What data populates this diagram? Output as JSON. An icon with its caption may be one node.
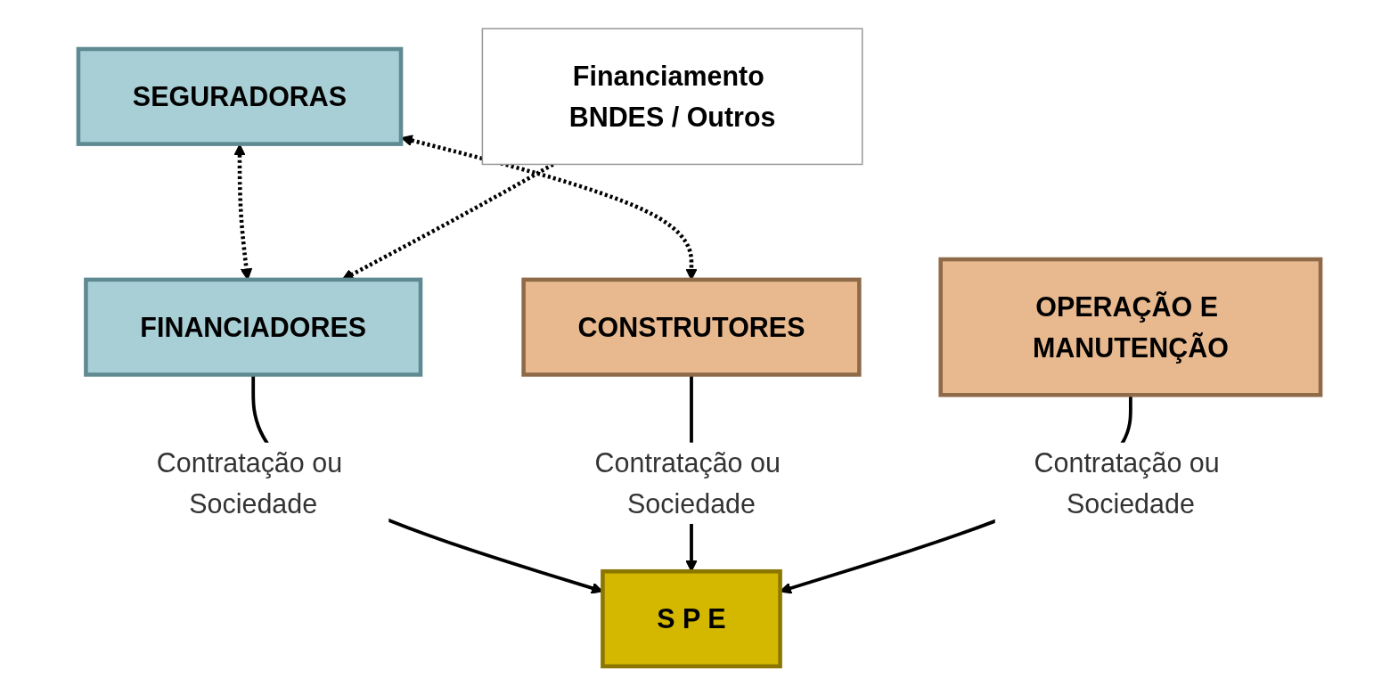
{
  "diagram": {
    "nodes": [
      {
        "text": [
          "SEGURADORAS"
        ]
      },
      {
        "text": [
          "FINANCIADORES"
        ]
      },
      {
        "text": [
          "S P E"
        ]
      },
      {
        "text": [
          "CONSTRUTORES"
        ]
      },
      {
        "text": [
          "OPERAÇÃO E MANUTENÇÃO"
        ]
      },
      {
        "text": [
          "Financiamento BNDES / Outros"
        ]
      }
    ],
    "edges": [
      {
        "from": 0,
        "to": 1,
        "arrow": "both",
        "style": "dashed"
      },
      {
        "from": 0,
        "to": 3,
        "arrow": "both",
        "style": "dashed"
      },
      {
        "from": 1,
        "to": 2,
        "arrow": "to",
        "label": "Contratação ou Sociedade"
      },
      {
        "from": 5,
        "to": 1,
        "arrow": "to",
        "style": "dashed"
      },
      {
        "from": 3,
        "to": 2,
        "arrow": "to",
        "label": "Contratação ou Sociedade"
      },
      {
        "from": 4,
        "to": 2,
        "arrow": "to",
        "label": "Contratação ou Sociedade"
      }
    ]
  }
}
